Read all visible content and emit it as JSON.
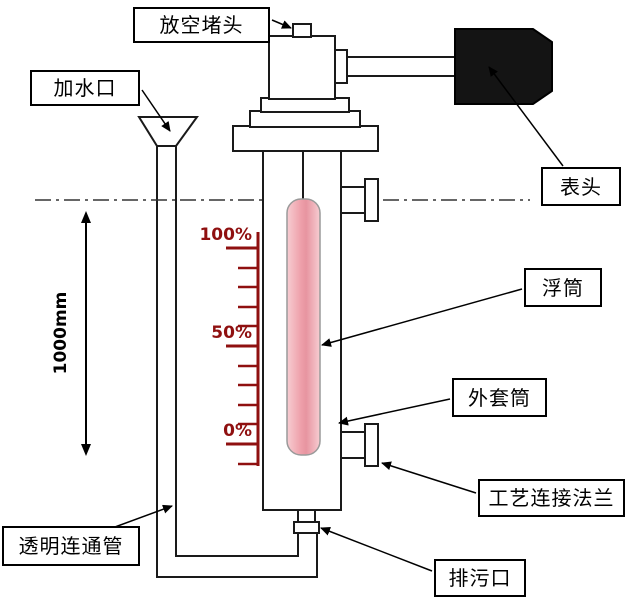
{
  "diagram": {
    "type": "displacer-level-gauge-calibration-diagram",
    "labels": {
      "vent_plug": "放空堵头",
      "water_inlet": "加水口",
      "meter_head": "表头",
      "displacer": "浮筒",
      "outer_sleeve": "外套筒",
      "process_flange": "工艺连接法兰",
      "transparent_tube": "透明连通管",
      "drain": "排污口"
    },
    "dimension_label": "1000mm",
    "scale_marks": [
      "100%",
      "50%",
      "0%"
    ],
    "colors": {
      "scale": "#8f1010",
      "displacer_fill": "#f2aab2",
      "outline": "#1a1a1a",
      "meter_head_fill": "#141414",
      "background": "#ffffff"
    }
  }
}
